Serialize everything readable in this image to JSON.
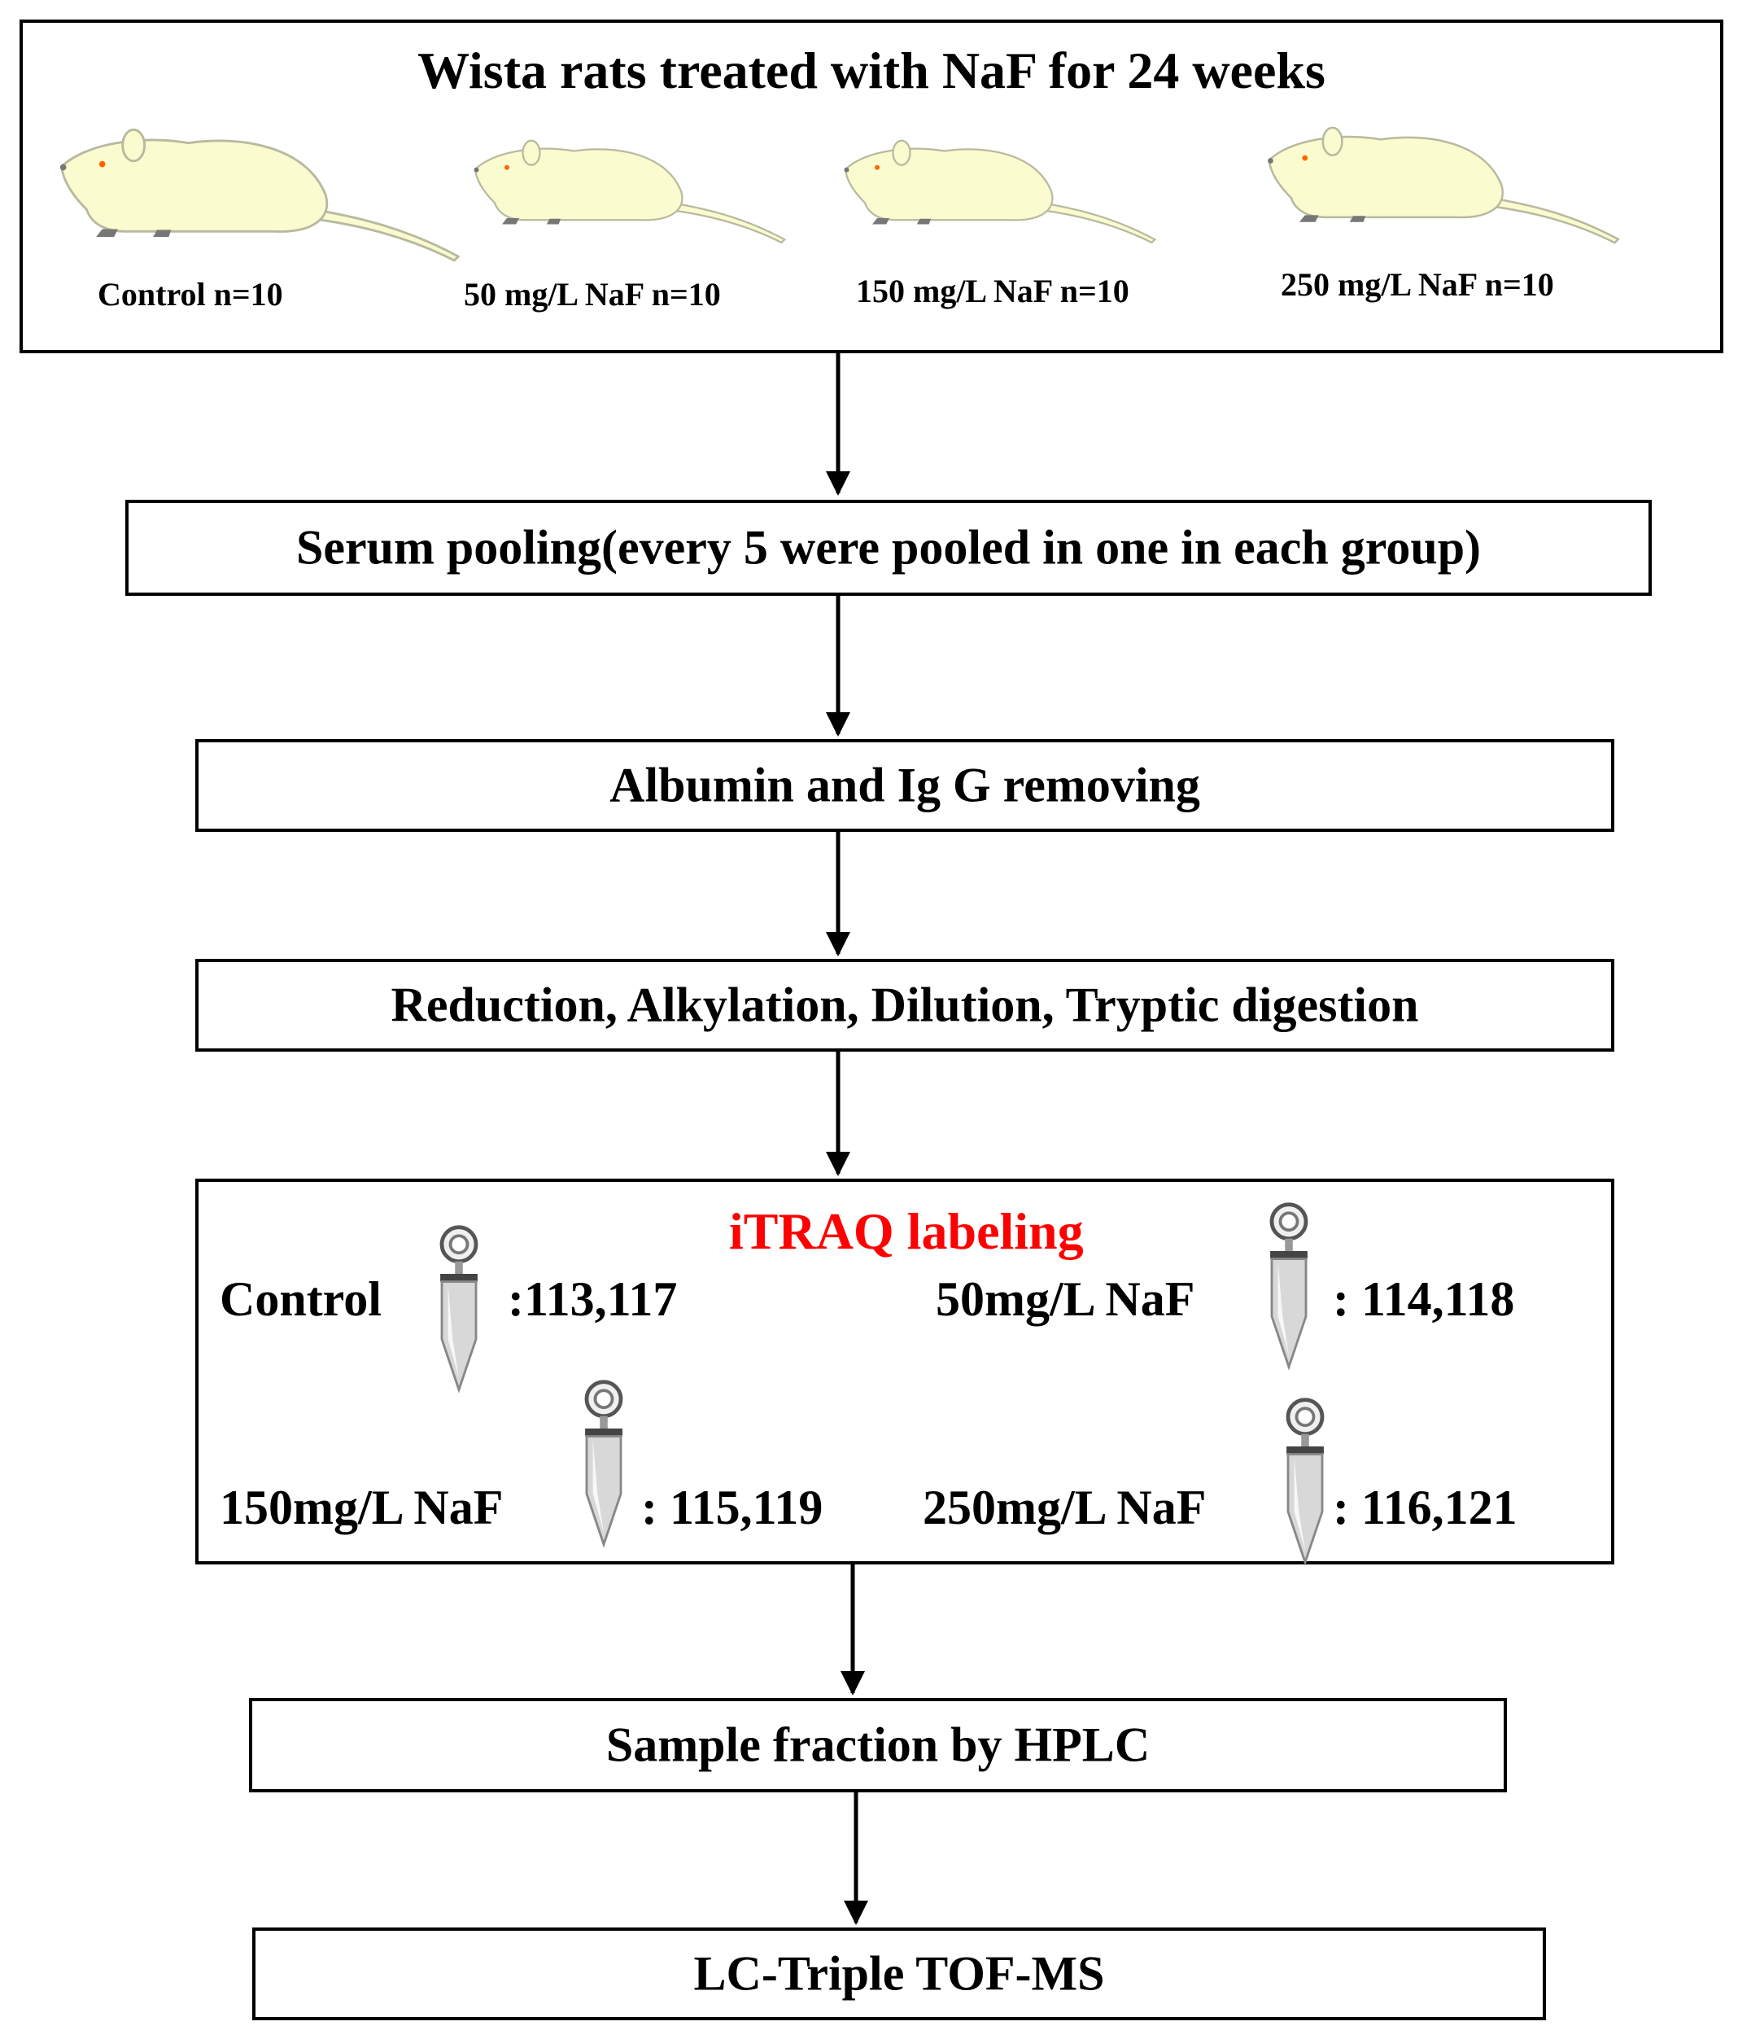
{
  "study": {
    "title": "Wista rats treated with NaF for 24 weeks",
    "groups": [
      {
        "label": "Control  n=10"
      },
      {
        "label": "50 mg/L NaF  n=10"
      },
      {
        "label": "150 mg/L NaF  n=10"
      },
      {
        "label": "250 mg/L NaF  n=10"
      }
    ]
  },
  "steps": {
    "pooling": "Serum pooling(every 5 were pooled in one  in each group)",
    "removal": "Albumin and Ig G removing",
    "digestion": "Reduction, Alkylation, Dilution, Tryptic digestion",
    "fraction": "Sample fraction by  HPLC",
    "ms": "LC-Triple TOF-MS"
  },
  "itraq": {
    "title": "iTRAQ labeling",
    "labels": [
      {
        "group": "Control",
        "tags": ":113,117"
      },
      {
        "group": "50mg/L NaF",
        "tags": ": 114,118"
      },
      {
        "group": "150mg/L NaF",
        "tags": ": 115,119"
      },
      {
        "group": "250mg/L NaF",
        "tags": ": 116,121"
      }
    ]
  },
  "colors": {
    "rat_body": "#fbfbd0",
    "rat_outline": "#b9b9a0",
    "rat_eye": "#ff6600",
    "highlight": "#ff0000",
    "tube": "#d8d8d8"
  }
}
